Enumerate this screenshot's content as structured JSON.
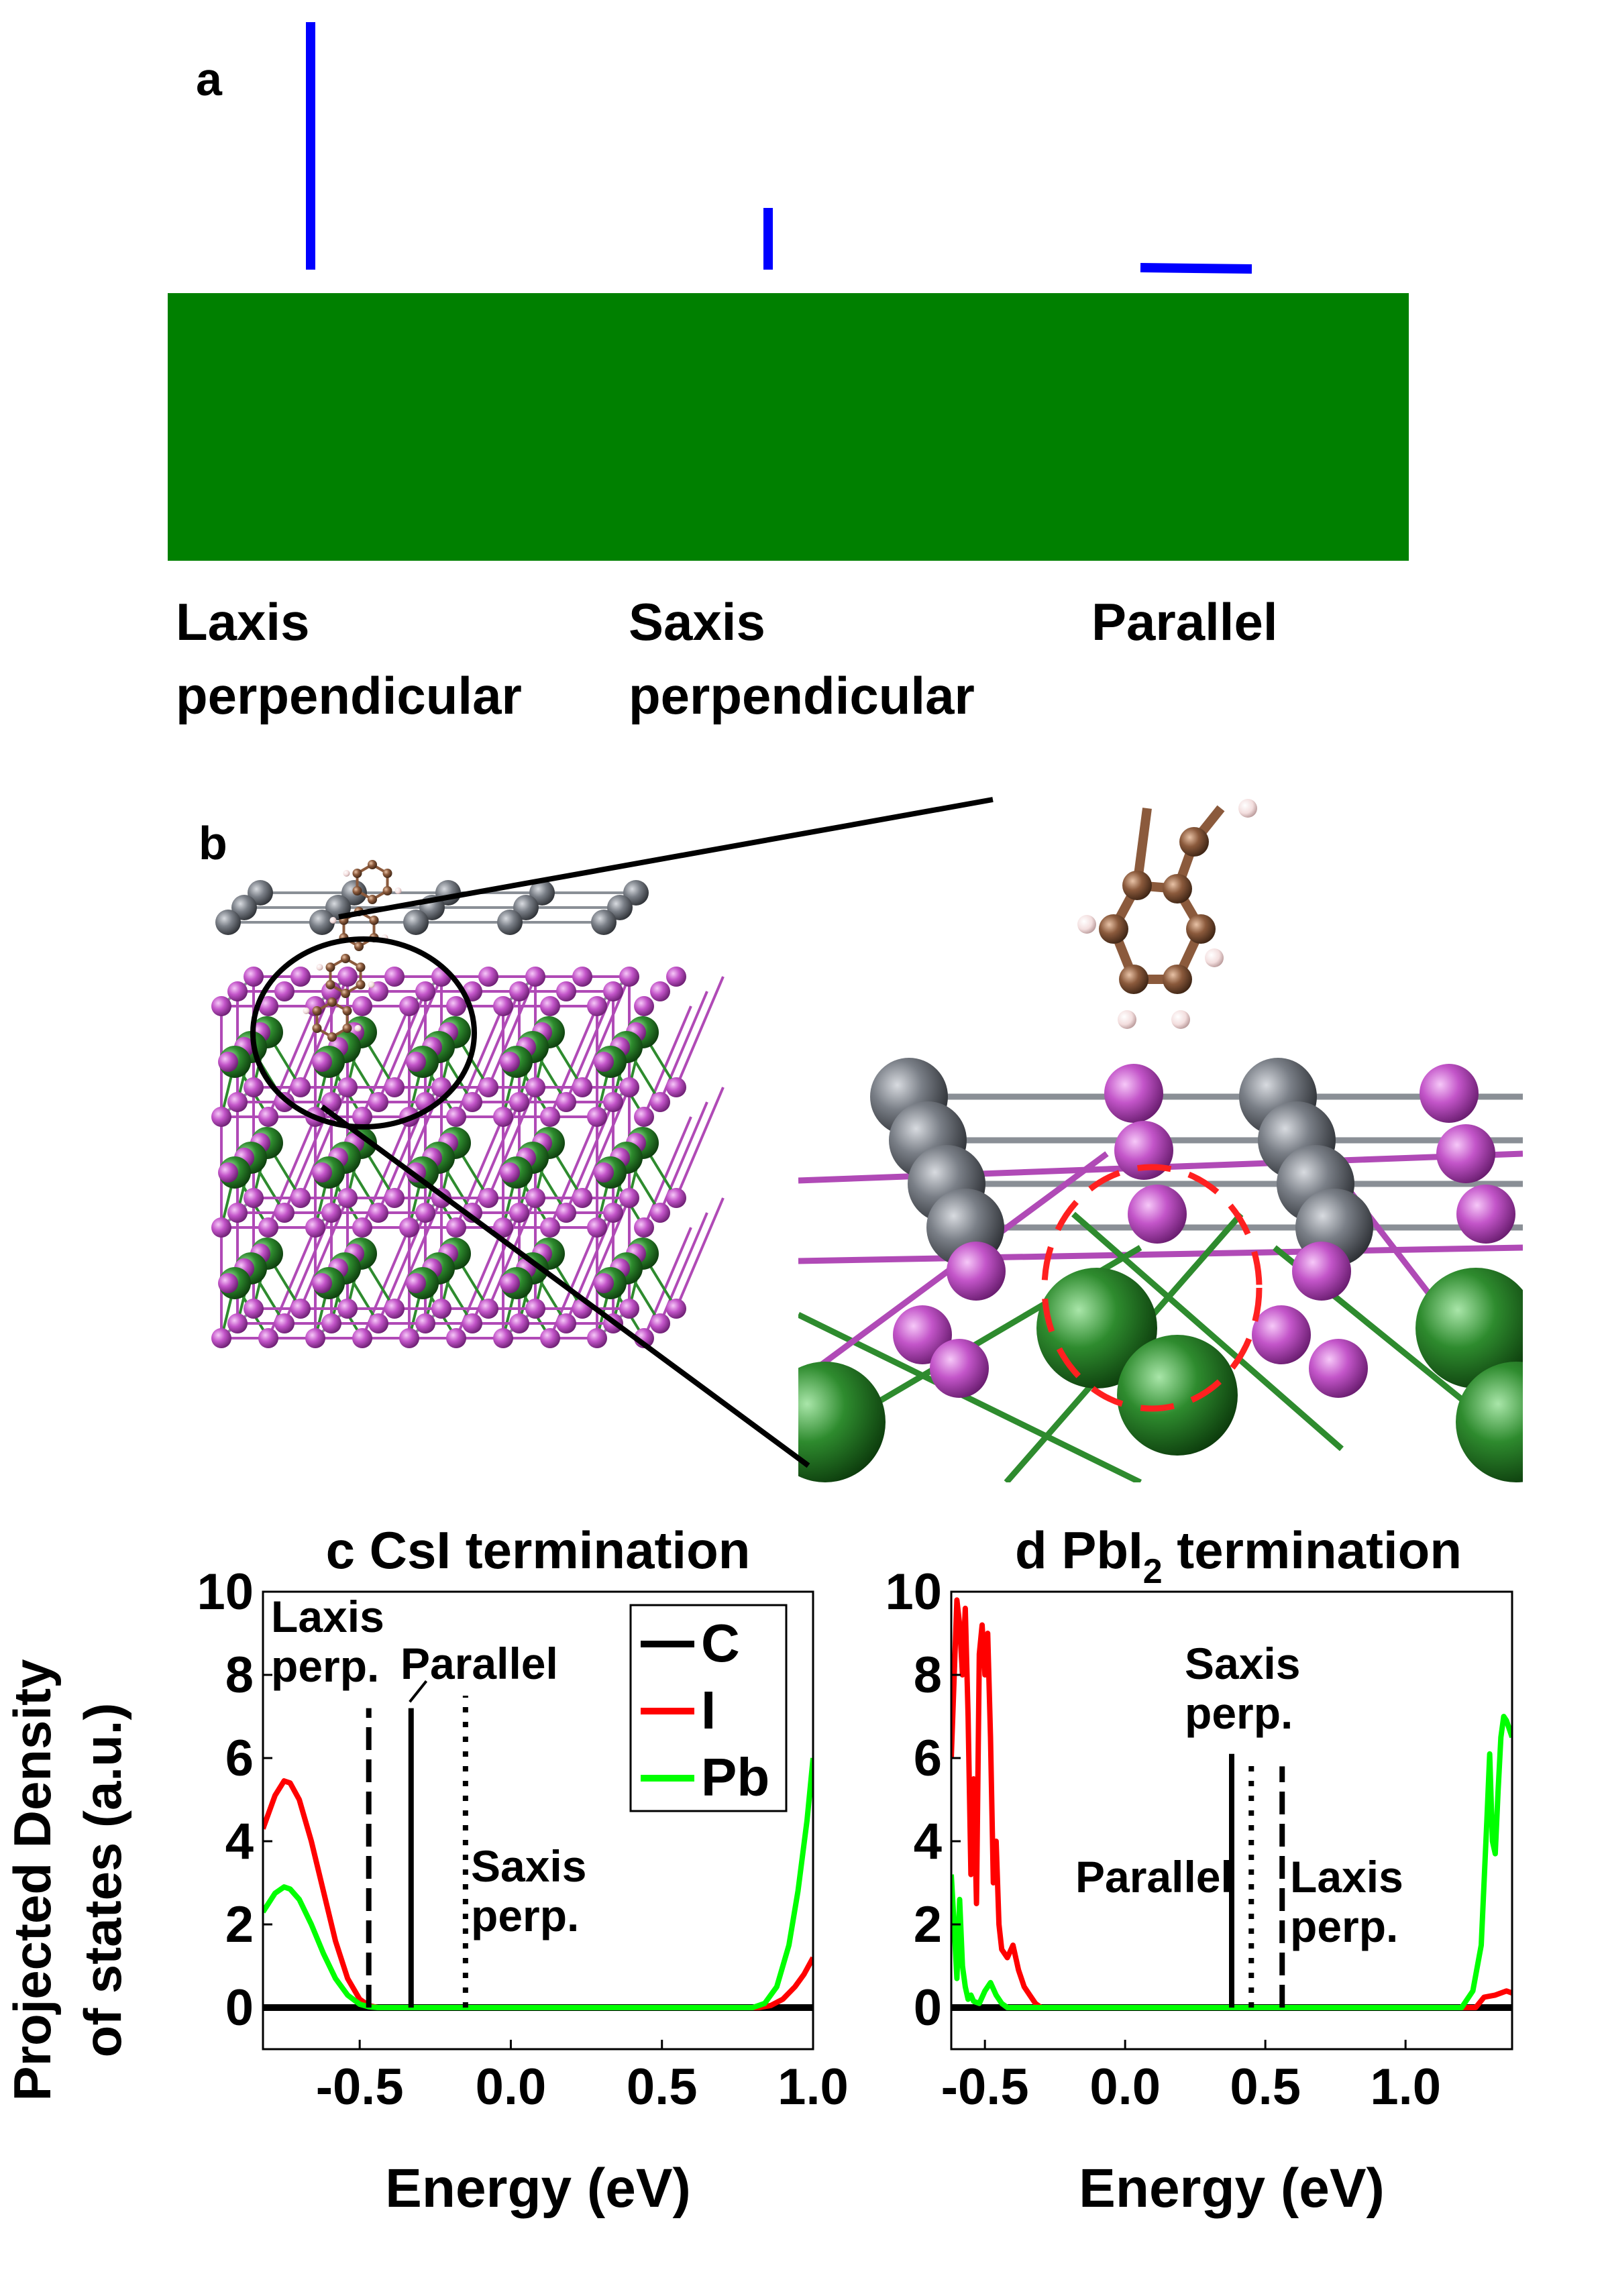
{
  "panel_a": {
    "letter": "a",
    "labels": [
      {
        "line1": "Laxis",
        "line2": "perpendicular"
      },
      {
        "line1": "Saxis",
        "line2": "perpendicular"
      },
      {
        "line1": "Parallel",
        "line2": ""
      }
    ],
    "colors": {
      "slab": "#008000",
      "molecule": "#0000ff"
    }
  },
  "panel_b": {
    "letter": "b",
    "colors": {
      "Cs": "#5b5f66",
      "I": "#c355c9",
      "Pb": "#2e8b2e",
      "C": "#8b5a3c",
      "H": "#f3dede",
      "highlight": "#ff2020"
    }
  },
  "chart_data": [
    {
      "type": "line",
      "title": "c CsI termination",
      "xlabel": "Energy (eV)",
      "ylabel": "Projected Density of states (a.u.)",
      "ylabel_lines": [
        "Projected Density",
        "of states (a.u.)"
      ],
      "xlim": [
        -0.82,
        1.0
      ],
      "ylim": [
        -1.0,
        10.0
      ],
      "xticks": [
        -0.5,
        0.0,
        0.5,
        1.0
      ],
      "xtick_labels": [
        "-0.5",
        "0.0",
        "0.5",
        "1.0"
      ],
      "yticks": [
        0,
        2,
        4,
        6,
        8,
        10
      ],
      "ytick_labels": [
        "0",
        "2",
        "4",
        "6",
        "8",
        "10"
      ],
      "legend": {
        "position": "top-right",
        "entries": [
          "C",
          "I",
          "Pb"
        ]
      },
      "series": [
        {
          "name": "C",
          "color": "#000000",
          "x": [
            -0.82,
            1.0
          ],
          "y": [
            0,
            0
          ]
        },
        {
          "name": "I",
          "color": "#ff0000",
          "x": [
            -0.82,
            -0.78,
            -0.75,
            -0.73,
            -0.7,
            -0.66,
            -0.62,
            -0.58,
            -0.54,
            -0.5,
            -0.47,
            -0.44,
            0.82,
            0.86,
            0.9,
            0.94,
            0.97,
            1.0
          ],
          "y": [
            4.3,
            5.1,
            5.45,
            5.4,
            5.0,
            4.0,
            2.8,
            1.6,
            0.7,
            0.2,
            0.05,
            0,
            0,
            0.05,
            0.2,
            0.5,
            0.8,
            1.2
          ]
        },
        {
          "name": "Pb",
          "color": "#00ff00",
          "x": [
            -0.82,
            -0.78,
            -0.75,
            -0.73,
            -0.7,
            -0.66,
            -0.62,
            -0.58,
            -0.54,
            -0.5,
            -0.47,
            -0.44,
            0.8,
            0.84,
            0.88,
            0.92,
            0.95,
            0.98,
            1.0
          ],
          "y": [
            2.3,
            2.75,
            2.9,
            2.85,
            2.6,
            2.0,
            1.3,
            0.7,
            0.3,
            0.08,
            0.02,
            0,
            0,
            0.1,
            0.5,
            1.5,
            2.8,
            4.5,
            6.0
          ]
        }
      ],
      "markers": [
        {
          "x": -0.47,
          "height": 7.2,
          "style": "dashed",
          "label": [
            "Laxis",
            "perp."
          ]
        },
        {
          "x": -0.33,
          "height": 7.2,
          "style": "solid",
          "label": [
            "Parallel"
          ]
        },
        {
          "x": -0.15,
          "height": 7.5,
          "style": "dotted",
          "label": [
            "Saxis",
            "perp."
          ]
        }
      ]
    },
    {
      "type": "line",
      "title": "d PbI2 termination",
      "title_main": "d PbI",
      "title_sub": "2",
      "title_tail": " termination",
      "xlabel": "Energy (eV)",
      "xlim": [
        -0.62,
        1.38
      ],
      "ylim": [
        -1.0,
        10.0
      ],
      "xticks": [
        -0.5,
        0.0,
        0.5,
        1.0
      ],
      "xtick_labels": [
        "-0.5",
        "0.0",
        "0.5",
        "1.0"
      ],
      "yticks": [
        0,
        2,
        4,
        6,
        8,
        10
      ],
      "ytick_labels": [
        "0",
        "2",
        "4",
        "6",
        "8",
        "10"
      ],
      "series": [
        {
          "name": "C",
          "color": "#000000",
          "x": [
            -0.62,
            1.38
          ],
          "y": [
            0,
            0
          ]
        },
        {
          "name": "I",
          "color": "#ff0000",
          "x": [
            -0.62,
            -0.6,
            -0.59,
            -0.58,
            -0.57,
            -0.56,
            -0.55,
            -0.54,
            -0.53,
            -0.52,
            -0.51,
            -0.5,
            -0.49,
            -0.48,
            -0.47,
            -0.46,
            -0.45,
            -0.44,
            -0.42,
            -0.4,
            -0.38,
            -0.36,
            -0.34,
            -0.32,
            -0.3,
            1.25,
            1.28,
            1.32,
            1.36,
            1.38
          ],
          "y": [
            6.0,
            9.8,
            9.2,
            8.0,
            9.6,
            7.0,
            3.2,
            5.5,
            2.5,
            8.5,
            9.2,
            8.0,
            9.0,
            6.5,
            3.0,
            4.0,
            2.0,
            1.4,
            1.2,
            1.5,
            0.9,
            0.5,
            0.3,
            0.1,
            0,
            0,
            0.25,
            0.3,
            0.4,
            0.35
          ]
        },
        {
          "name": "Pb",
          "color": "#00ff00",
          "x": [
            -0.62,
            -0.61,
            -0.6,
            -0.59,
            -0.58,
            -0.57,
            -0.56,
            -0.55,
            -0.54,
            -0.52,
            -0.5,
            -0.48,
            -0.46,
            -0.44,
            -0.42,
            1.2,
            1.24,
            1.27,
            1.29,
            1.3,
            1.31,
            1.32,
            1.33,
            1.34,
            1.35,
            1.36,
            1.37,
            1.38
          ],
          "y": [
            3.2,
            2.0,
            0.7,
            2.6,
            1.0,
            0.5,
            0.2,
            0.3,
            0.15,
            0.1,
            0.4,
            0.6,
            0.3,
            0.1,
            0,
            0,
            0.4,
            1.5,
            4.5,
            6.1,
            4.0,
            3.7,
            5.2,
            6.5,
            7.0,
            6.9,
            6.7,
            6.5
          ]
        }
      ],
      "markers": [
        {
          "x": 0.38,
          "height": 6.1,
          "style": "solid",
          "label": [
            "Parallel"
          ]
        },
        {
          "x": 0.45,
          "height": 6.0,
          "style": "dotted",
          "label": [
            "Saxis",
            "perp."
          ]
        },
        {
          "x": 0.56,
          "height": 5.8,
          "style": "dashed",
          "label": [
            "Laxis",
            "perp."
          ]
        }
      ]
    }
  ]
}
